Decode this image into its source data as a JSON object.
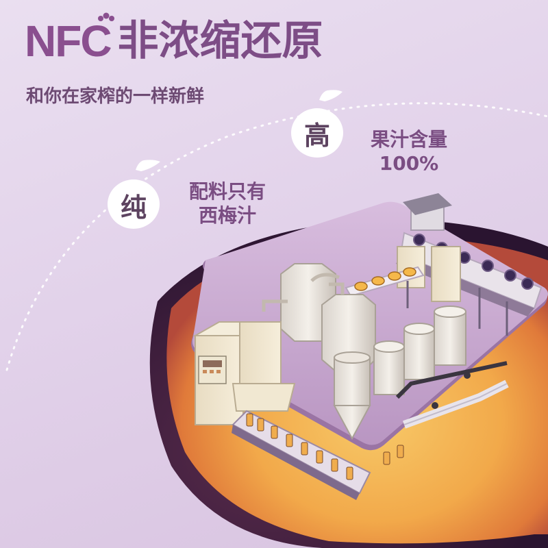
{
  "brand": {
    "logo_text": "NFC",
    "title": "非浓缩还原"
  },
  "subtitle": "和你在家榨的一样新鲜",
  "features": [
    {
      "badge": "高",
      "line1": "果汁含量",
      "line2": "100%"
    },
    {
      "badge": "纯",
      "line1": "配料只有",
      "line2": "西梅汁"
    }
  ],
  "colors": {
    "accent": "#8a4f8f",
    "background": "#e6d9ec",
    "platform": "#c9a8cf"
  },
  "icons": [
    "paw-icon",
    "plum-icon",
    "factory-illustration"
  ]
}
